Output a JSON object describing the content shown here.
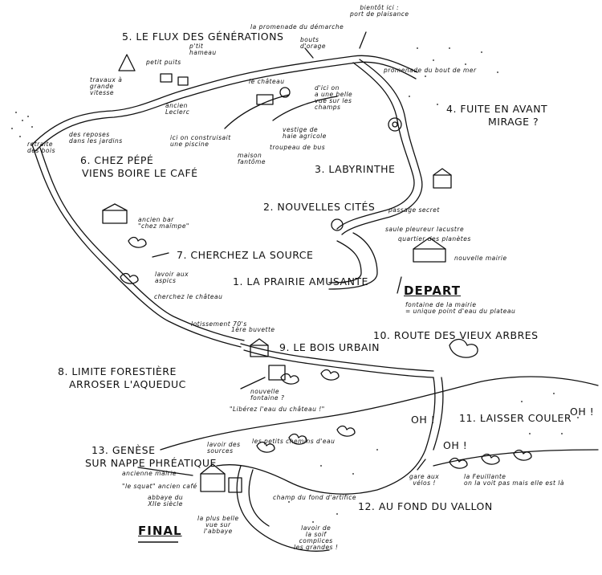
{
  "stops": {
    "s1": "1. LA PRAIRIE AMUSANTE",
    "s2": "2. NOUVELLES CITÉS",
    "s3": "3. LABYRINTHE",
    "s4a": "4. FUITE EN AVANT",
    "s4b": "MIRAGE ?",
    "s5": "5. LE FLUX DES GÉNÉRATIONS",
    "s6a": "6. CHEZ PÉPÉ",
    "s6b": "VIENS BOIRE LE CAFÉ",
    "s7": "7. CHERCHEZ LA SOURCE",
    "s8a": "8. LIMITE FORESTIÈRE",
    "s8b": "ARROSER L'AQUEDUC",
    "s9": "9. LE BOIS URBAIN",
    "s10": "10. ROUTE DES VIEUX ARBRES",
    "s11": "11. LAISSER COULER",
    "s12": "12. AU FOND DU VALLON",
    "s13a": "13. GENÈSE",
    "s13b": "SUR NAPPE PHRÉATIQUE"
  },
  "markers": {
    "depart": "DEPART",
    "final": "FINAL"
  },
  "shouts": {
    "oh1": "OH !",
    "oh2": "OH !",
    "oh3": "OH !"
  },
  "notes": {
    "promenade_demarche": "la promenade du démarche",
    "bientot": "bientôt ici :\nport de plaisance",
    "bouts_orage": "bouts\nd'orage",
    "promenade_mer": "promenade du bout de mer",
    "travaux": "travaux à\ngrande\nvitesse",
    "petit_puits": "petit puits",
    "hameau": "p'tit\nhameau",
    "chateau": "le château",
    "doucet": "d'ici on\na une belle\nvue sur les\nchamps",
    "ancien_leclerc": "ancien\nLeclerc",
    "piscine": "ici on construisait\nune piscine",
    "vestige": "vestige de\nhaie agricole",
    "troupeau": "troupeau de bus",
    "maison_fantome": "maison\nfantôme",
    "reposes": "des reposes\ndans les jardins",
    "retraite": "retraite\ndes bois",
    "ancien_bar": "ancien bar\n\"chez maïmpe\"",
    "passage_secret": "passage secret",
    "saule": "saule pleureur lacustre",
    "quartier": "quartier des planètes",
    "nouvelle_mairie": "nouvelle mairie",
    "lavoir": "lavoir aux\naspics",
    "cherchez_chateau": "cherchez le château",
    "fontaine_mairie": "fontaine de la mairie\n= unique point d'eau du plateau",
    "lotissement": "lotissement 70's",
    "buvette": "1ère buvette",
    "nouvelle_fontaine": "nouvelle\nfontaine ?",
    "liberez": "\"Libérez l'eau du château !\"",
    "lavoir_sources": "lavoir des\nsources",
    "petits_chemins": "les petits chemins d'eau",
    "ancienne_mairie": "ancienne mairie",
    "squat": "\"le squat\" ancien café",
    "abbaye": "abbaye du\nXIIe siècle",
    "gare": "gare aux\nvélos !",
    "feuillante": "la Feuillante\non la voit pas mais elle est là",
    "champ_fond": "champ du fond d'artifice",
    "plus_belle": "la plus belle\nvue sur\nl'abbaye",
    "lavoir_soif": "lavoir de\nla soif\ncomplices\nles grandes !"
  }
}
